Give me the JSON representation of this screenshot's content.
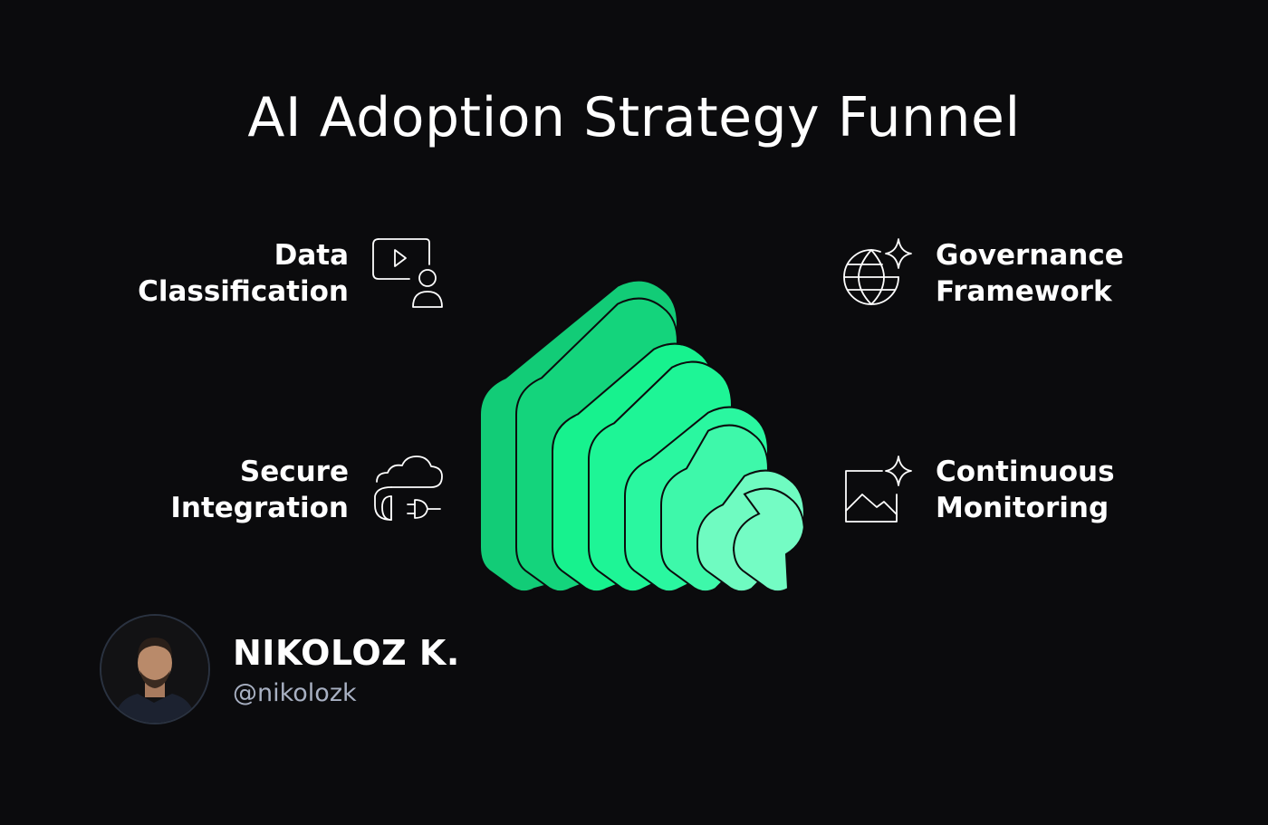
{
  "title": "AI Adoption Strategy Funnel",
  "left_labels": [
    {
      "line1": "Data",
      "line2": "Classification",
      "icon": "video-user-icon"
    },
    {
      "line1": "Secure",
      "line2": "Integration",
      "icon": "cloud-plug-icon"
    }
  ],
  "right_labels": [
    {
      "line1": "Governance",
      "line2": "Framework",
      "icon": "globe-sparkle-icon"
    },
    {
      "line1": "Continuous",
      "line2": "Monitoring",
      "icon": "chart-sparkle-icon"
    }
  ],
  "author": {
    "name": "NIKOLOZ K.",
    "handle": "@nikolozk"
  },
  "colors": {
    "background": "#0b0b0d",
    "funnel_layers": [
      "#12cc77",
      "#14d47c",
      "#17f28e",
      "#1ef596",
      "#2af7a0",
      "#3ef8aa",
      "#6ffbc1",
      "#74fcc4"
    ],
    "outline": "#0b0b0d"
  }
}
